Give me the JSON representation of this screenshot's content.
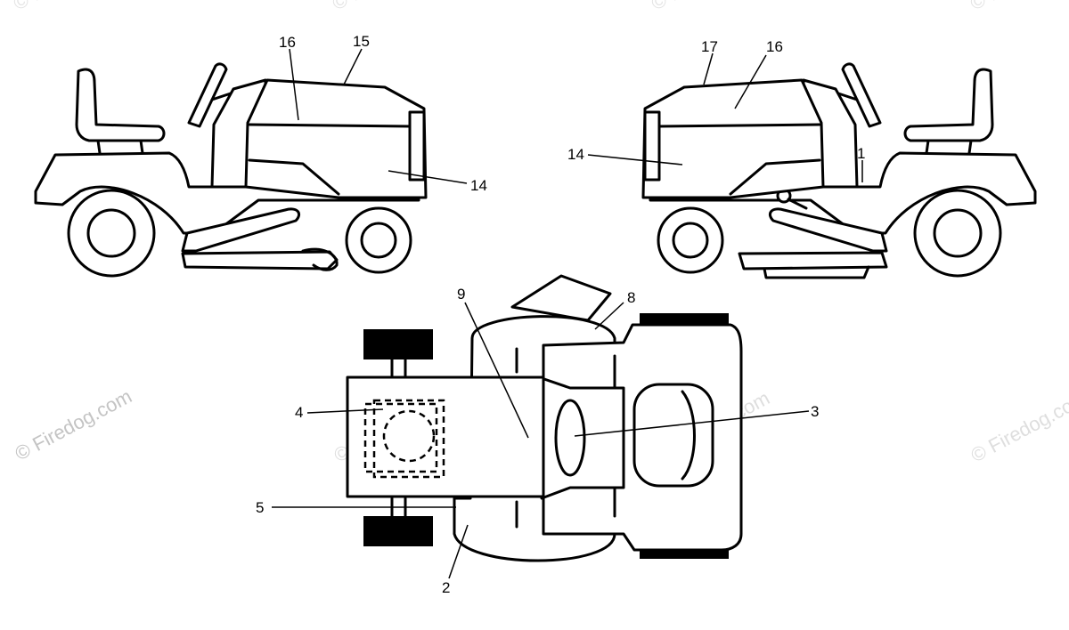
{
  "watermarks": {
    "text": "© Firedog.com"
  },
  "callouts": {
    "left_view": {
      "a": "16",
      "b": "15",
      "c": "14"
    },
    "right_view": {
      "a": "17",
      "b": "16",
      "c": "14",
      "d": "1"
    },
    "top_view": {
      "a": "9",
      "b": "8",
      "c": "4",
      "d": "3",
      "e": "5",
      "f": "2"
    }
  }
}
